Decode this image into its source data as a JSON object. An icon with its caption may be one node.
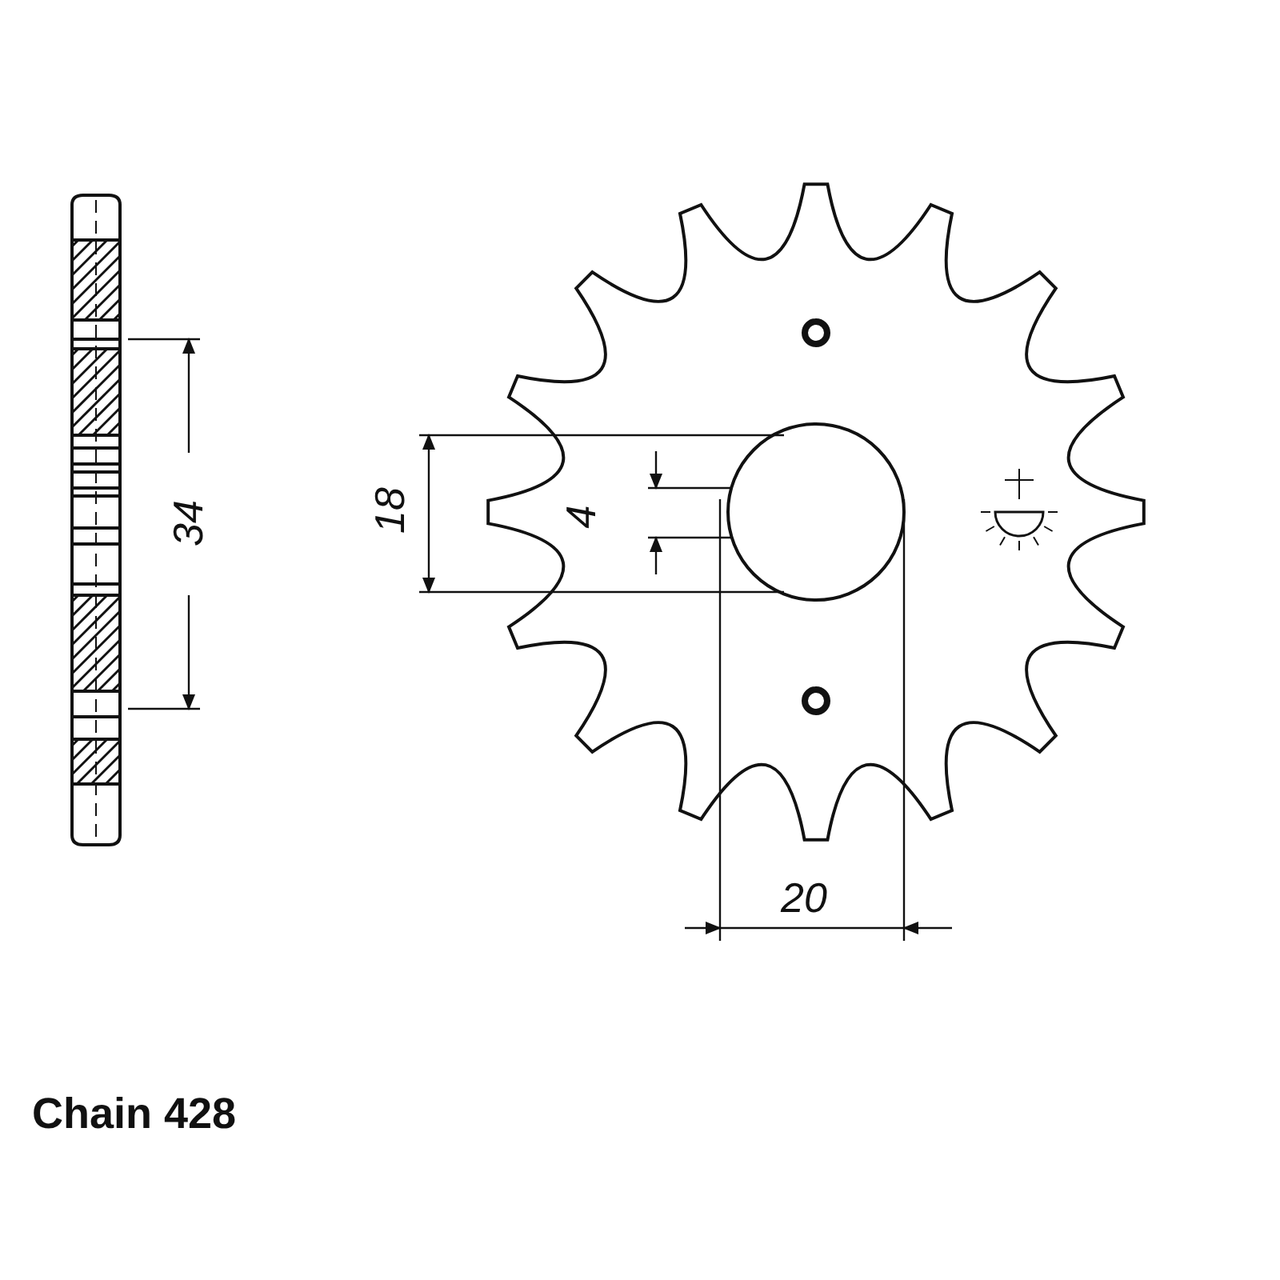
{
  "diagram": {
    "labels": [
      "34",
      "18",
      "4",
      "20",
      "Chain 428"
    ]
  }
}
